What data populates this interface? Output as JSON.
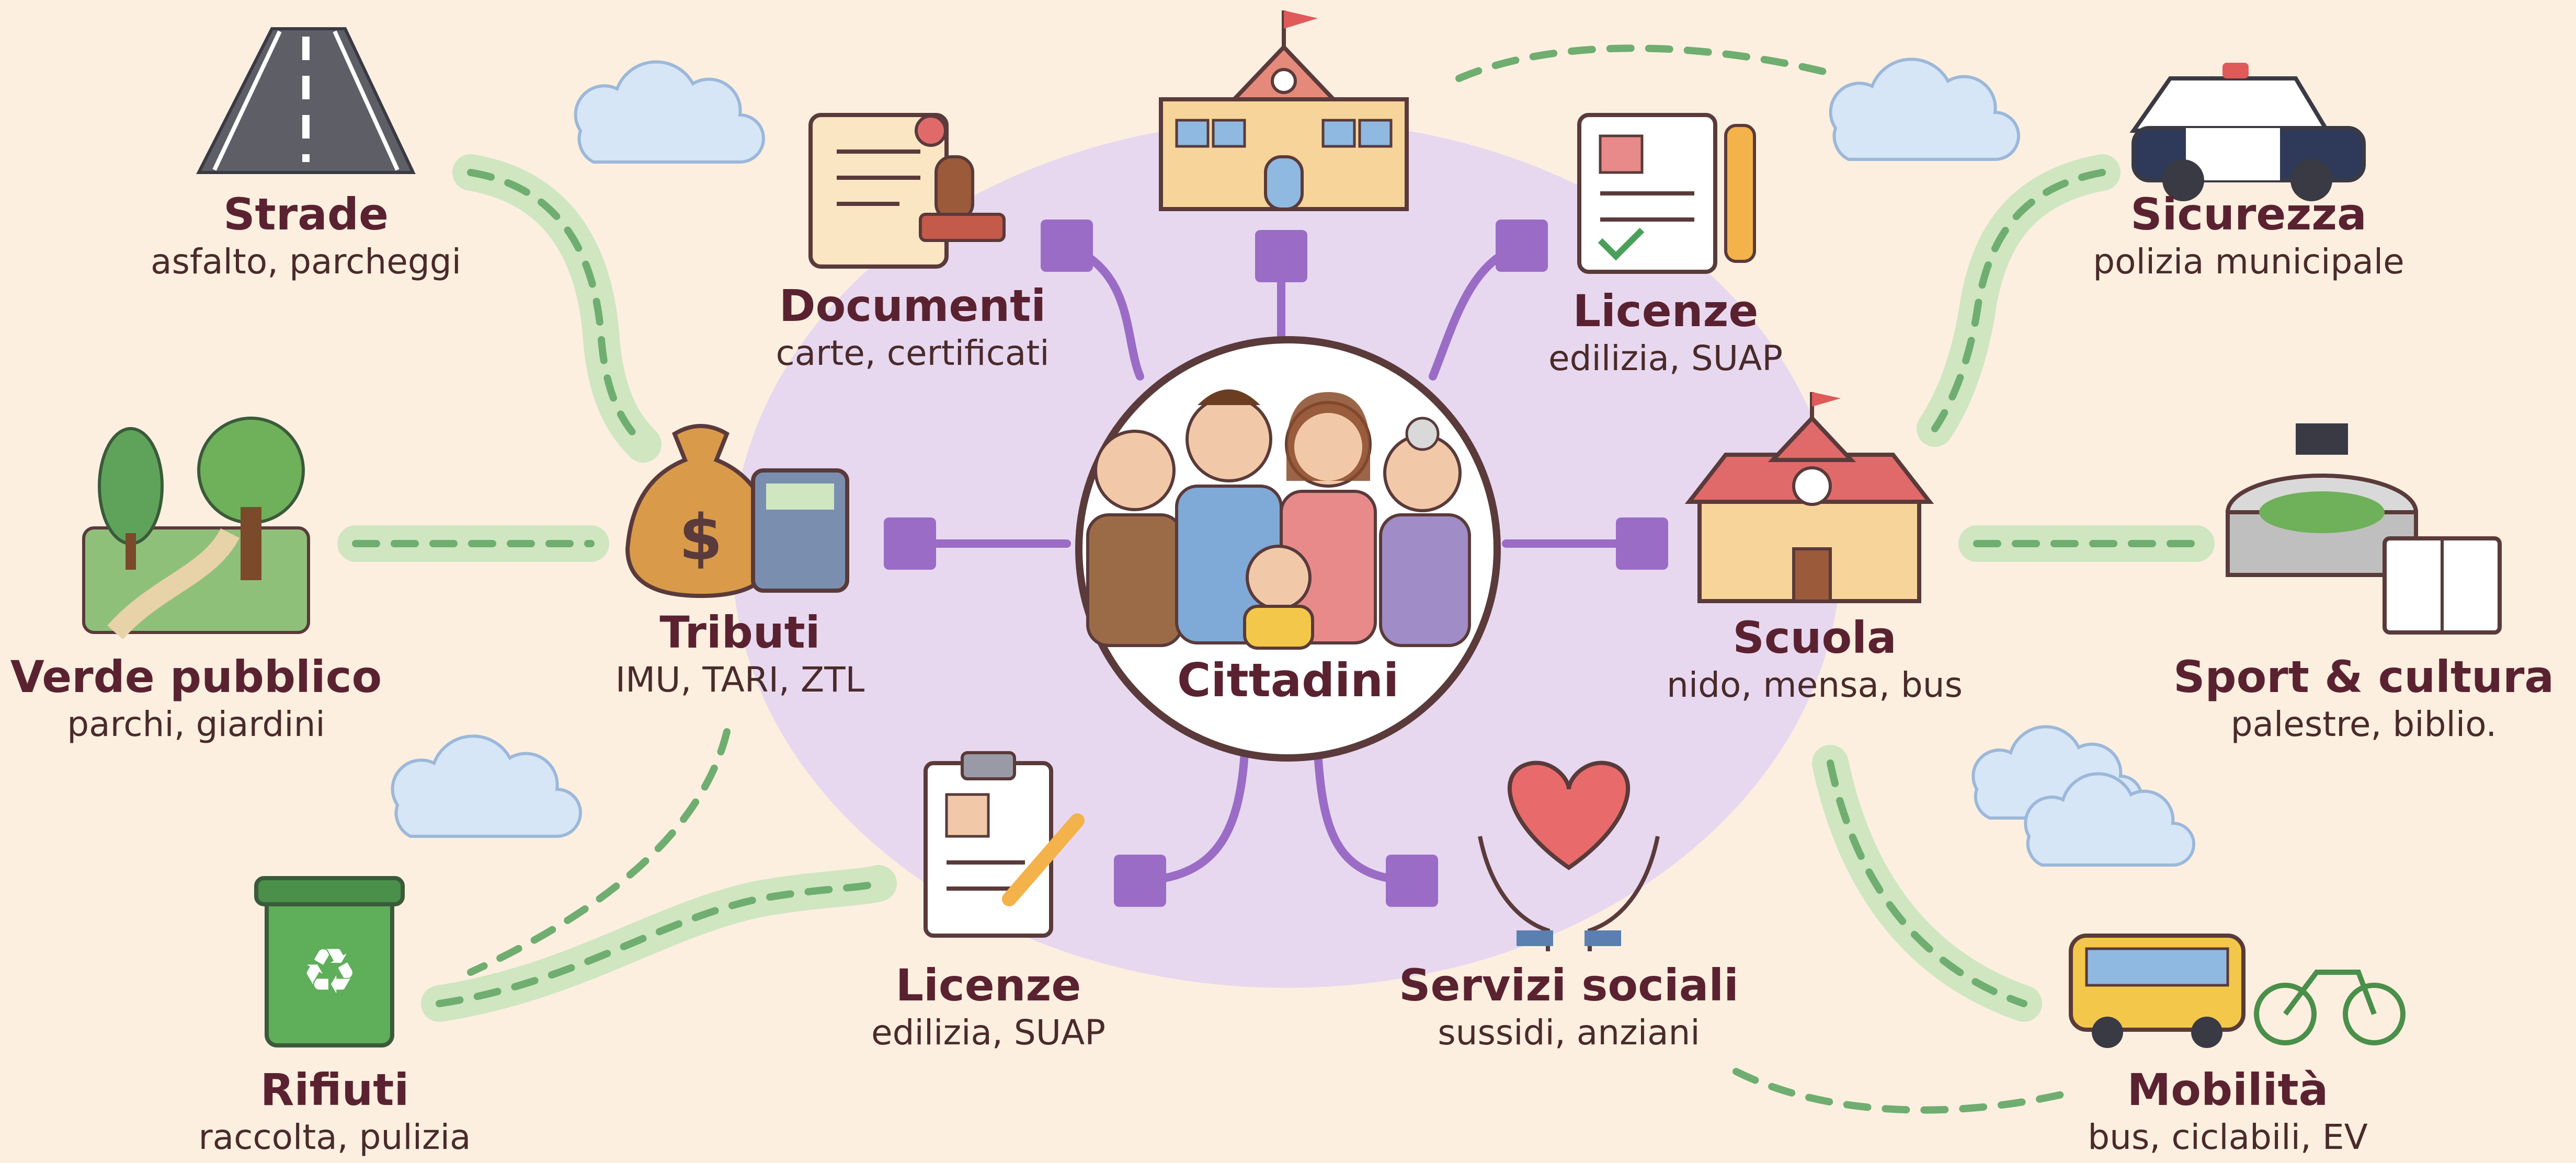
{
  "center": {
    "label": "Cittadini"
  },
  "nodes": [
    {
      "key": "strade",
      "title": "Strade",
      "subtitle": "asfalto, parcheggi",
      "icon": "road-icon"
    },
    {
      "key": "documenti",
      "title": "Documenti",
      "subtitle": "carte, certificati",
      "icon": "document-stamp-icon"
    },
    {
      "key": "licenze_top",
      "title": "Licenze",
      "subtitle": "edilizia, SUAP",
      "icon": "permit-document-pen-icon"
    },
    {
      "key": "sicurezza",
      "title": "Sicurezza",
      "subtitle": "polizia municipale",
      "icon": "police-car-icon"
    },
    {
      "key": "verde",
      "title": "Verde pubblico",
      "subtitle": "parchi, giardini",
      "icon": "park-trees-icon"
    },
    {
      "key": "tributi",
      "title": "Tributi",
      "subtitle": "IMU, TARI, ZTL",
      "icon": "money-bag-calculator-icon"
    },
    {
      "key": "scuola",
      "title": "Scuola",
      "subtitle": "nido, mensa, bus",
      "icon": "school-building-icon"
    },
    {
      "key": "sport",
      "title": "Sport & cultura",
      "subtitle": "palestre, biblio.",
      "icon": "stadium-book-icon"
    },
    {
      "key": "rifiuti",
      "title": "Rifiuti",
      "subtitle": "raccolta, pulizia",
      "icon": "recycling-bin-icon"
    },
    {
      "key": "licenze_bottom",
      "title": "Licenze",
      "subtitle": "edilizia, SUAP",
      "icon": "clipboard-form-icon"
    },
    {
      "key": "servizi",
      "title": "Servizi sociali",
      "subtitle": "sussidi, anziani",
      "icon": "heart-hands-icon"
    },
    {
      "key": "mobilita",
      "title": "Mobilità",
      "subtitle": "bus, ciclabili, EV",
      "icon": "bus-bicycle-icon"
    }
  ],
  "colors": {
    "background": "#fcefe0",
    "hub": "#e3d3f2",
    "connector": "#9a6cc6",
    "path_green": "#cfe6c0",
    "path_dash": "#6fae70",
    "title_text": "#5a2230",
    "subtitle_text": "#4a2a2a"
  }
}
